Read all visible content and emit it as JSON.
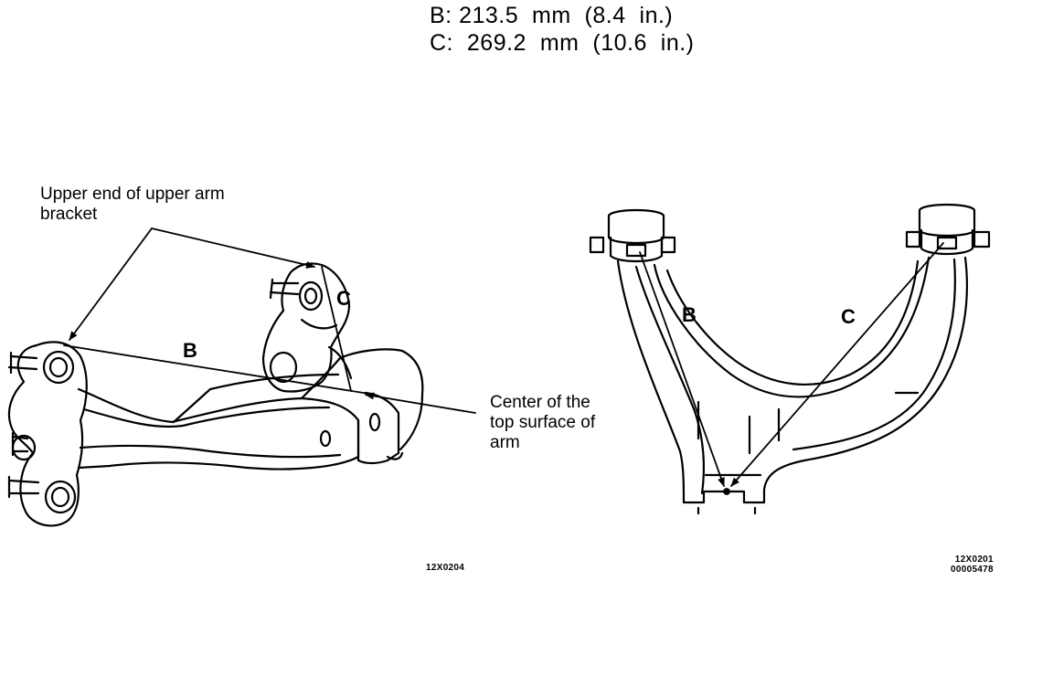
{
  "specs": {
    "b": "B: 213.5  mm  (8.4  in.)",
    "c": "C:  269.2  mm  (10.6  in.)"
  },
  "callouts": {
    "upper_end_line1": "Upper end of upper arm",
    "upper_end_line2": "bracket",
    "center_line1": "Center  of the",
    "center_line2": "top surface of",
    "center_line3": "arm"
  },
  "dimension_labels": {
    "left_b": "B",
    "left_c": "C",
    "right_b": "B",
    "right_c": "C"
  },
  "drawing_ids": {
    "left": "12X0204",
    "right_line1": "12X0201",
    "right_line2": "00005478"
  }
}
